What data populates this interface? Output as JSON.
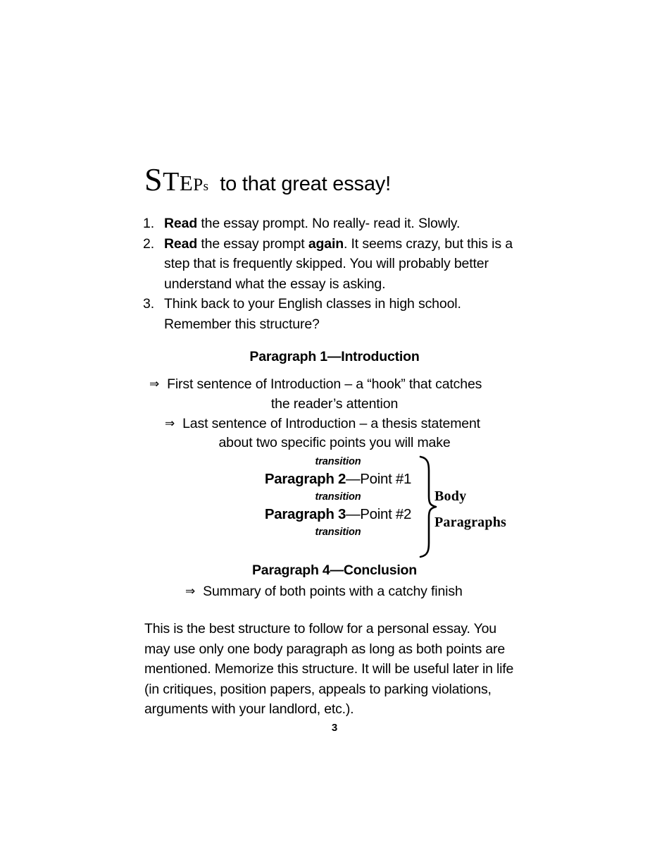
{
  "document": {
    "page_number": "3",
    "background_color": "#ffffff",
    "text_color": "#000000"
  },
  "title": {
    "letters": [
      {
        "char": "S",
        "size": "large"
      },
      {
        "char": "T",
        "size": "large-2"
      },
      {
        "char": "E",
        "size": "medium"
      },
      {
        "char": "P",
        "size": "small"
      },
      {
        "char": "s",
        "size": "x-small"
      }
    ],
    "tagline": "to that great essay!"
  },
  "steps": [
    {
      "number": "1.",
      "parts": [
        {
          "text": "Read",
          "bold": true
        },
        {
          "text": " the essay prompt.  No really- read it.  Slowly.",
          "bold": false
        }
      ]
    },
    {
      "number": "2.",
      "parts": [
        {
          "text": "Read",
          "bold": true
        },
        {
          "text": " the essay prompt ",
          "bold": false
        },
        {
          "text": "again",
          "bold": true
        },
        {
          "text": ".  It seems crazy, but this is a step that is frequently skipped.  You will probably better understand what the essay is asking.",
          "bold": false
        }
      ]
    },
    {
      "number": "3.",
      "parts": [
        {
          "text": "Think back to your English classes in high school.  Remember this structure?",
          "bold": false
        }
      ]
    }
  ],
  "structure": {
    "intro_heading": "Paragraph 1—Introduction",
    "arrow_glyph": "⇒",
    "intro_bullets": [
      {
        "line1": "First sentence of Introduction – a “hook” that catches",
        "line2": "the reader’s attention"
      },
      {
        "line1": "Last sentence of Introduction – a thesis statement",
        "line2": "about two specific points you will make"
      }
    ],
    "body": {
      "transition_label": "transition",
      "rows": [
        {
          "bold": "Paragraph 2",
          "plain": "—Point #1"
        },
        {
          "bold": "Paragraph 3",
          "plain": "—Point #2"
        }
      ],
      "brace_label_line1": "Body",
      "brace_label_line2": "Paragraphs"
    },
    "conclusion_heading": "Paragraph 4—Conclusion",
    "conclusion_bullet": "Summary of both points with a catchy finish"
  },
  "closing_paragraph": "This is the best structure to follow for a personal essay.  You may use only one body paragraph as long as both points are mentioned.  Memorize this structure.  It will be useful later in life (in critiques, position papers, appeals to parking violations, arguments with your landlord, etc.)."
}
